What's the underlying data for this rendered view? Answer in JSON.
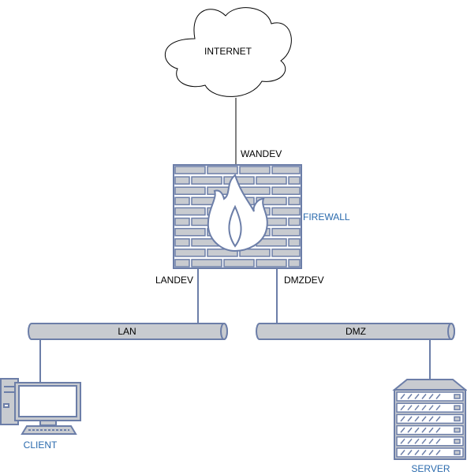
{
  "nodes": {
    "internet": {
      "label": "INTERNET",
      "icon": "cloud-icon"
    },
    "firewall": {
      "label": "FIREWALL",
      "icon": "firewall-icon"
    },
    "lan": {
      "label": "LAN",
      "icon": "pipe-segment"
    },
    "dmz": {
      "label": "DMZ",
      "icon": "pipe-segment"
    },
    "client": {
      "label": "CLIENT",
      "icon": "workstation-icon"
    },
    "server": {
      "label": "SERVER",
      "icon": "server-rack-icon"
    }
  },
  "links": {
    "wan": {
      "label": "WANDEV"
    },
    "lan": {
      "label": "LANDEV"
    },
    "dmz": {
      "label": "DMZDEV"
    }
  },
  "colors": {
    "stroke": "#000000",
    "device_fill": "#c8cbd0",
    "device_stroke": "#6c7ea8",
    "pipe_fill": "#c8cbd0",
    "device_label": "#2a6aad",
    "text": "#000000"
  }
}
